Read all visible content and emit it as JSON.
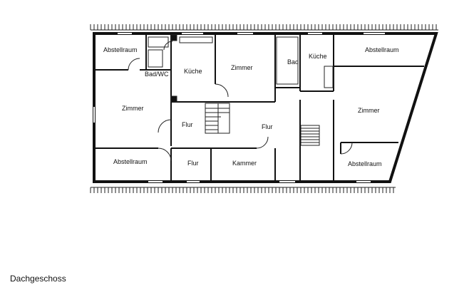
{
  "caption": "Dachgeschoss",
  "colors": {
    "wall": "#111111",
    "line": "#222222",
    "background": "#ffffff"
  },
  "rooms": {
    "abstellraum_nw": "Abstellraum",
    "bad_wc": "Bad/WC",
    "kueche_left": "Küche",
    "zimmer_top": "Zimmer",
    "bad": "Bad",
    "kueche_right": "Küche",
    "abstellraum_ne": "Abstellraum",
    "zimmer_left": "Zimmer",
    "flur_left": "Flur",
    "flur_center": "Flur",
    "zimmer_right": "Zimmer",
    "abstellraum_sw": "Abstellraum",
    "flur_bottom": "Flur",
    "kammer": "Kammer",
    "abstellraum_se": "Abstellraum"
  }
}
